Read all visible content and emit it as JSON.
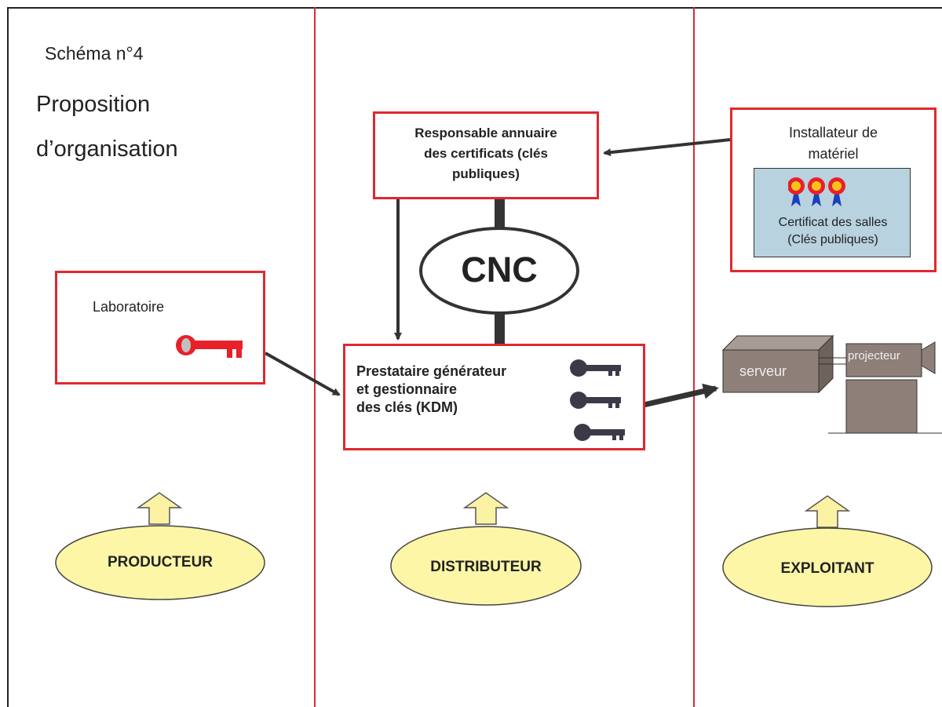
{
  "diagram": {
    "title": "Schéma n°4",
    "subtitle_line1": "Proposition",
    "subtitle_line2": "d’organisation",
    "annuaire_line1": "Responsable annuaire",
    "annuaire_line2": "des certificats (clés",
    "annuaire_line3": "publiques)",
    "cnc": "CNC",
    "installateur_line1": "Installateur de",
    "installateur_line2": "matériel",
    "certificat_line1": "Certificat des salles",
    "certificat_line2": "(Clés publiques)",
    "laboratoire": "Laboratoire",
    "prestataire_line1": "Prestataire générateur",
    "prestataire_line2": "et gestionnaire",
    "prestataire_line3": "des clés (KDM)",
    "serveur": "serveur",
    "projecteur": "projecteur",
    "producteur": "PRODUCTEUR",
    "distributeur": "DISTRIBUTEUR",
    "exploitant": "EXPLOITANT"
  },
  "colors": {
    "divider": "#d82b3a",
    "box_border": "#e0282f",
    "ellipse_fill": "#fdf6a6",
    "arrow_fill": "#fbf2a4",
    "cert_panel": "#b8d2df",
    "equipment": "#8e7f78",
    "dark_key": "#3a3a48",
    "red_key": "#e8202a"
  }
}
